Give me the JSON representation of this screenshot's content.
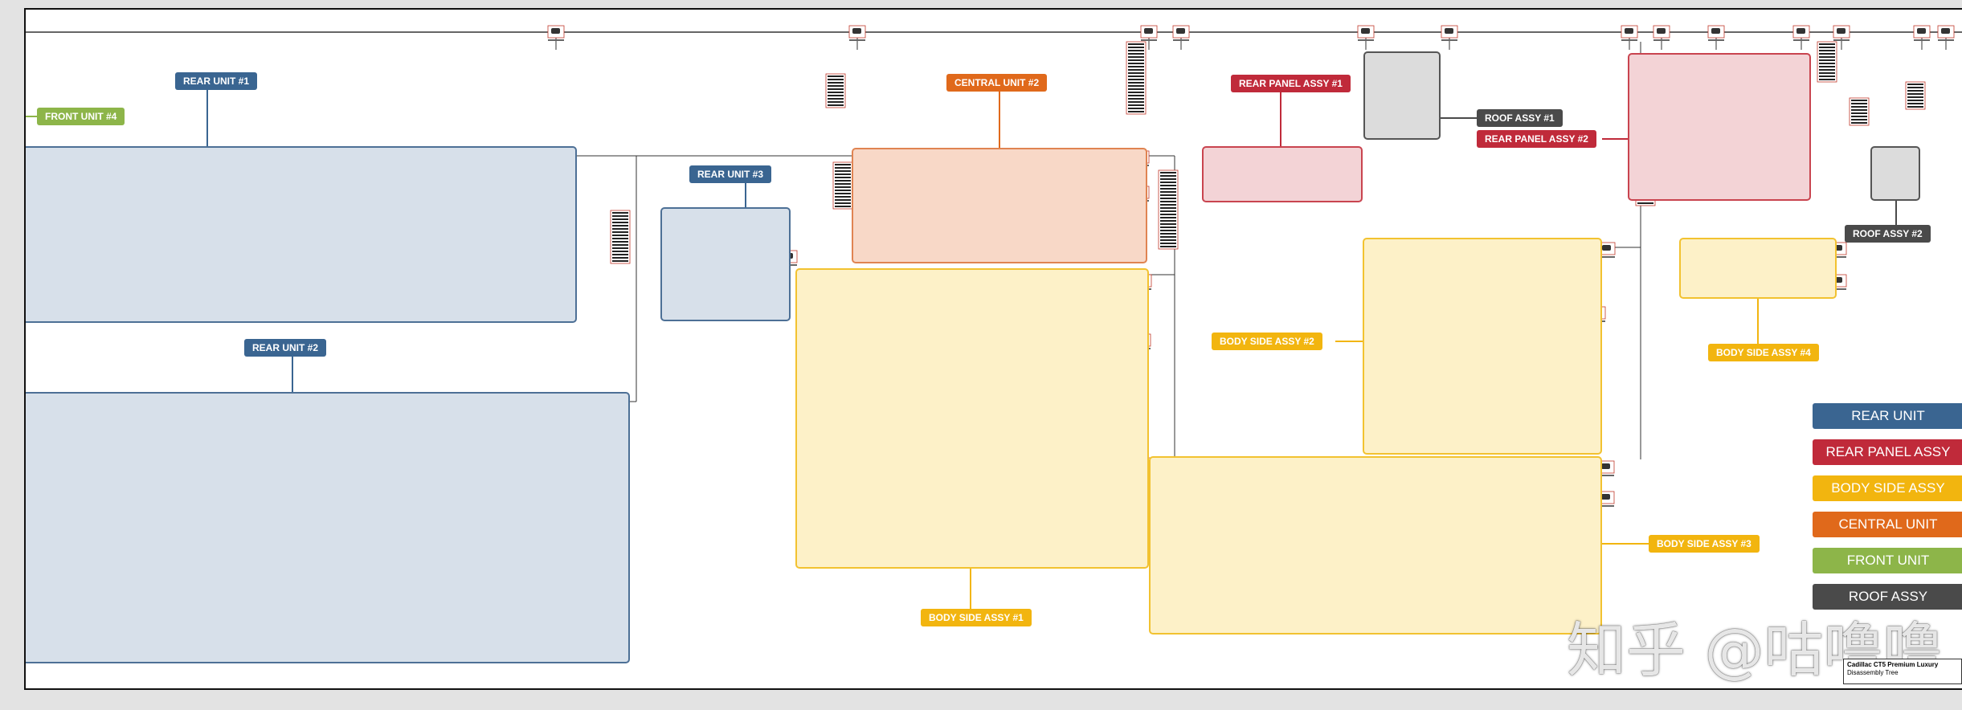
{
  "diagram": {
    "group_labels": [
      {
        "id": "rear_unit_1",
        "text": "REAR UNIT #1",
        "color": "#3a6591"
      },
      {
        "id": "front_unit_4",
        "text": "FRONT UNIT #4",
        "color": "#8db549"
      },
      {
        "id": "rear_unit_2",
        "text": "REAR UNIT #2",
        "color": "#3a6591"
      },
      {
        "id": "rear_unit_3",
        "text": "REAR UNIT #3",
        "color": "#3a6591"
      },
      {
        "id": "central_unit_2",
        "text": "CENTRAL UNIT #2",
        "color": "#e0691b"
      },
      {
        "id": "rear_panel_assy_1",
        "text": "REAR PANEL ASSY #1",
        "color": "#c02a3a"
      },
      {
        "id": "roof_assy_1",
        "text": "ROOF ASSY #1",
        "color": "#4a4a4a"
      },
      {
        "id": "rear_panel_assy_2",
        "text": "REAR PANEL ASSY #2",
        "color": "#c02a3a"
      },
      {
        "id": "roof_assy_2",
        "text": "ROOF ASSY #2",
        "color": "#4a4a4a"
      },
      {
        "id": "body_side_assy_2",
        "text": "BODY SIDE ASSY #2",
        "color": "#f2b50f"
      },
      {
        "id": "body_side_assy_4",
        "text": "BODY SIDE ASSY #4",
        "color": "#f2b50f"
      },
      {
        "id": "body_side_assy_3",
        "text": "BODY SIDE ASSY #3",
        "color": "#f2b50f"
      },
      {
        "id": "body_side_assy_1",
        "text": "BODY SIDE ASSY #1",
        "color": "#f2b50f"
      }
    ],
    "legend": [
      {
        "text": "REAR UNIT",
        "color": "#3a6591"
      },
      {
        "text": "REAR PANEL ASSY",
        "color": "#c02a3a"
      },
      {
        "text": "BODY SIDE ASSY",
        "color": "#f2b50f"
      },
      {
        "text": "CENTRAL UNIT",
        "color": "#e0691b"
      },
      {
        "text": "FRONT UNIT",
        "color": "#8db549"
      },
      {
        "text": "ROOF ASSY",
        "color": "#4a4a4a"
      }
    ],
    "watermark": "知乎 @咕噜噜",
    "title_block": {
      "line1": "Cadillac CT5 Premium Luxury",
      "line2": "Disassembly Tree"
    }
  }
}
